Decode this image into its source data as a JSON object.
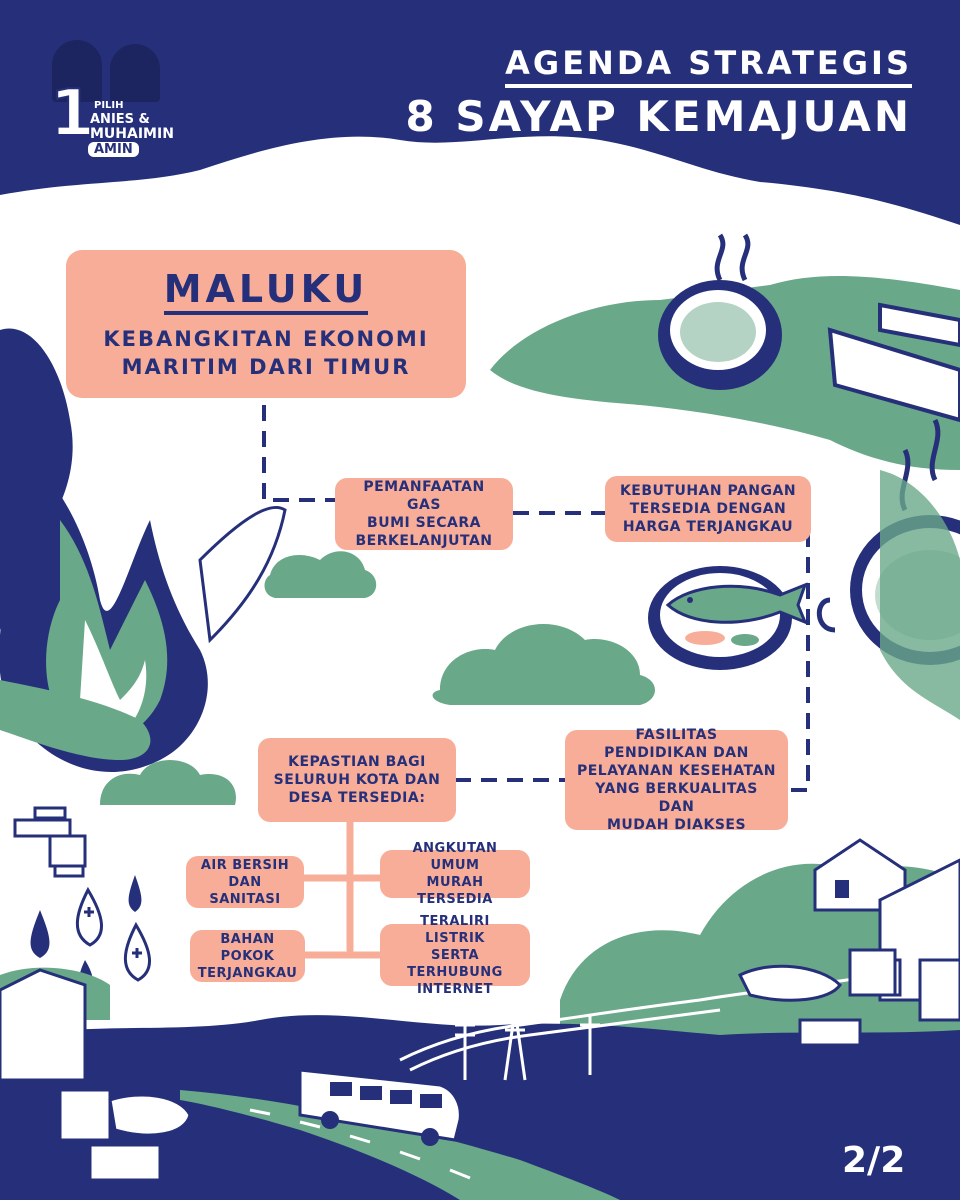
{
  "header": {
    "subtitle": "AGENDA STRATEGIS",
    "title": "8 SAYAP KEMAJUAN"
  },
  "logo": {
    "number": "1",
    "pilih": "PILIH",
    "line1": "ANIES &",
    "line2": "MUHAIMIN",
    "line3": "AMIN"
  },
  "main_box": {
    "region": "MALUKU",
    "theme_line1": "KEBANGKITAN EKONOMI",
    "theme_line2": "MARITIM DARI TIMUR"
  },
  "nodes": {
    "gas": [
      "PEMANFAATAN GAS",
      "BUMI SECARA",
      "BERKELANJUTAN"
    ],
    "pangan": [
      "KEBUTUHAN PANGAN",
      "TERSEDIA DENGAN",
      "HARGA TERJANGKAU"
    ],
    "fasilitas": [
      "FASILITAS",
      "PENDIDIKAN DAN",
      "PELAYANAN KESEHATAN",
      "YANG BERKUALITAS DAN",
      "MUDAH DIAKSES"
    ],
    "kepastian": [
      "KEPASTIAN BAGI",
      "SELURUH KOTA DAN",
      "DESA TERSEDIA:"
    ],
    "air": [
      "AIR BERSIH",
      "DAN SANITASI"
    ],
    "bahan": [
      "BAHAN POKOK",
      "TERJANGKAU"
    ],
    "angkutan": [
      "ANGKUTAN UMUM",
      "MURAH TERSEDIA"
    ],
    "listrik": [
      "TERALIRI LISTRIK",
      "SERTA TERHUBUNG",
      "INTERNET"
    ]
  },
  "page_indicator": "2/2",
  "colors": {
    "navy": "#26307a",
    "green": "#6aa88a",
    "salmon": "#f7ad97",
    "white": "#ffffff"
  },
  "icons": [
    "fire-icon",
    "water-tap-icon",
    "water-drop-icon",
    "soup-bowl-icon",
    "fish-plate-icon",
    "bus-icon",
    "power-pole-icon",
    "house-icon"
  ]
}
